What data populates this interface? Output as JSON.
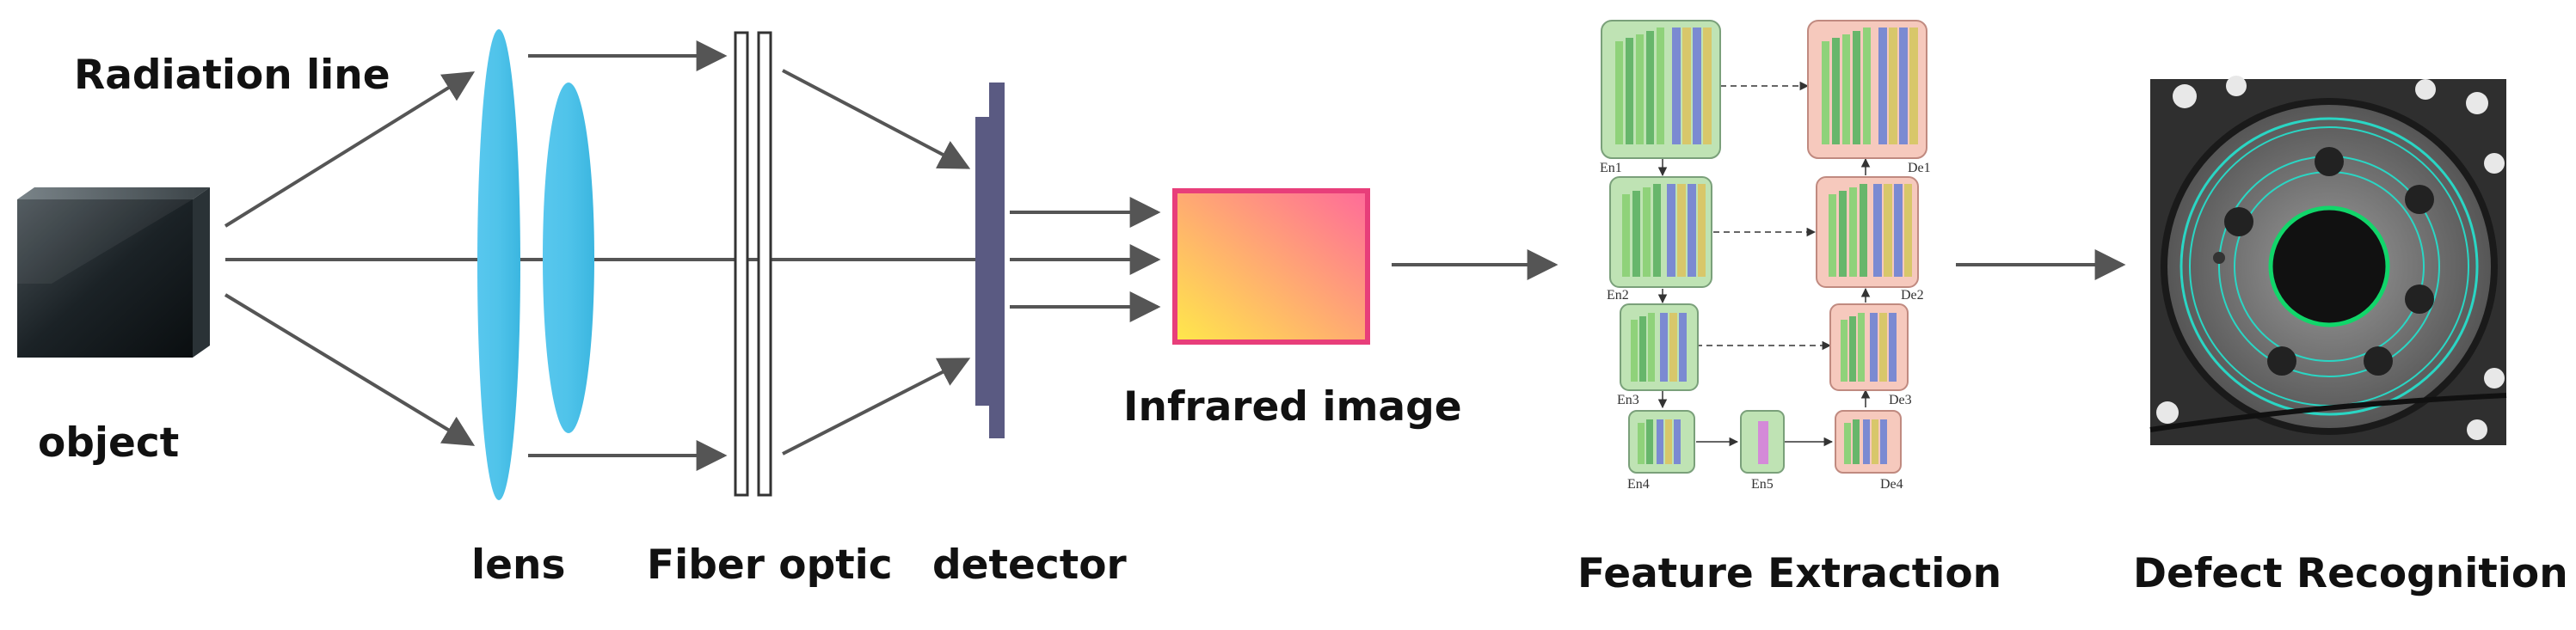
{
  "labels": {
    "radiation_line": "Radiation line",
    "object": "object",
    "lens": "lens",
    "fiber_optic": "Fiber optic",
    "detector": "detector",
    "infrared_image": "Infrared image",
    "feature_extraction": "Feature Extraction",
    "defect_recognition": "Defect Recognition"
  },
  "network": {
    "encoders": [
      "En1",
      "En2",
      "En3",
      "En4",
      "En5"
    ],
    "decoders": [
      "De1",
      "De2",
      "De3",
      "De4"
    ]
  },
  "colors": {
    "lens": "#4fc3ea",
    "detector": "#5a5a82",
    "arrow": "#555555",
    "ir_border": "#e83e7a",
    "ir_grad_start": "#ffe94a",
    "ir_grad_end": "#ff6a9a",
    "encoder_bg": "#bfe3b4",
    "decoder_bg": "#f6c9bd",
    "defect_ring": "#2ad6c4",
    "defect_center": "#11d66a"
  }
}
